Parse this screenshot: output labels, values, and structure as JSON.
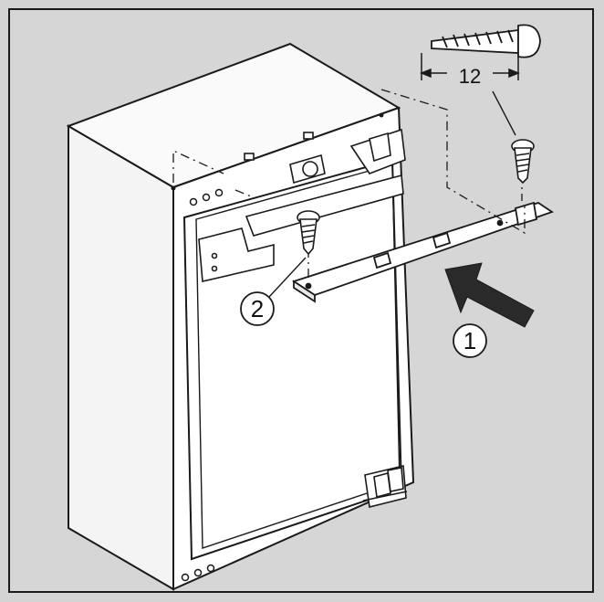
{
  "diagram": {
    "dimension_label": "12",
    "callout_1": "1",
    "callout_2": "2"
  },
  "colors": {
    "background": "#d6d6d6",
    "cabinet_front": "#ffffff",
    "cabinet_side": "#f2f2f2",
    "line": "#1a1a1a",
    "arrow_fill": "#2a2a2a"
  },
  "icons": {
    "screw_large": "screw-icon",
    "arrow": "push-arrow-icon"
  }
}
